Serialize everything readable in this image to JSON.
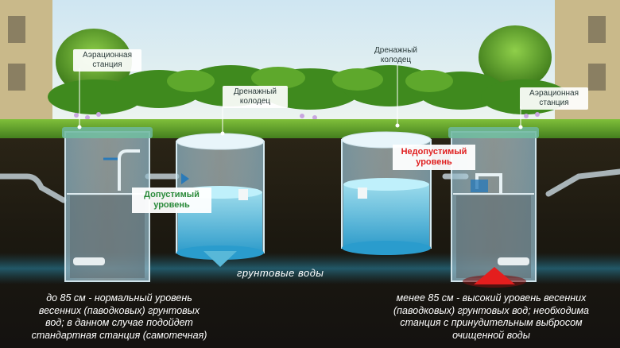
{
  "labels": {
    "left_station": "Аэрационная\nстанция",
    "left_well": "Дренажный\nколодец",
    "center_well": "Дренажный\nколодец",
    "right_station": "Аэрационная\nстанция",
    "allowed_level": "Допустимый\nуровень",
    "not_allowed_level": "Недопустимый\nуровень",
    "groundwater": "грунтовые  воды"
  },
  "captions": {
    "left": "до 85 см - нормальный уровень\nвесенних (паводковых) грунтовых\nвод; в данном случае подойдет\nстандартная станция (самотечная)",
    "right": "менее 85 см - высокий уровень весенних\n(паводковых) грунтовых вод; необходима\nстанция с принудительным выбросом\nочищенной воды"
  },
  "colors": {
    "ok_level": "#2a8a3a",
    "bad_level": "#e02020",
    "water": "#5fc8e8"
  }
}
